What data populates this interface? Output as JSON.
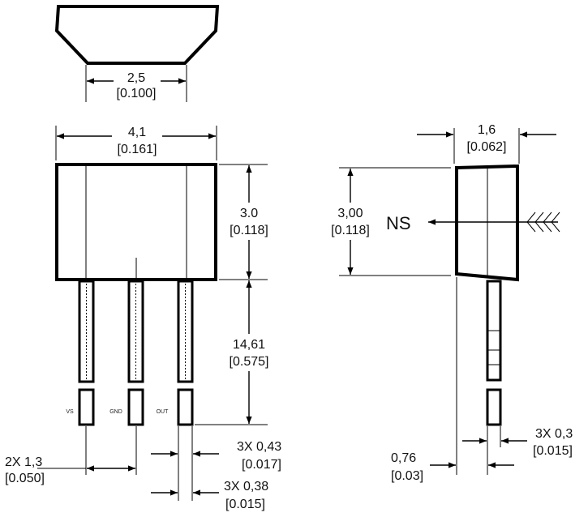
{
  "top_view": {
    "width_mm": "2,5",
    "width_in": "[0.100]"
  },
  "front_view": {
    "body_width_mm": "4,1",
    "body_width_in": "[0.161]",
    "body_height_mm": "3.0",
    "body_height_in": "[0.118]",
    "lead_length_mm": "14,61",
    "lead_length_in": "[0.575]",
    "pin_labels": [
      "VS",
      "GND",
      "OUT"
    ],
    "pitch_mm": "2X 1,3",
    "pitch_in": "[0.050]",
    "lead_width_mm": "3X 0,43",
    "lead_width_in": "[0.017]",
    "lead_thick_mm": "3X 0,38",
    "lead_thick_in": "[0.015]"
  },
  "side_view": {
    "depth_mm": "1,6",
    "depth_in": "[0.062]",
    "height_mm": "3,00",
    "height_in": "[0.118]",
    "field_label": "NS",
    "lead_offset_mm": "0,76",
    "lead_offset_in": "[0.03]",
    "lead_thick_mm": "3X 0,3",
    "lead_thick_in": "[0.015]"
  }
}
